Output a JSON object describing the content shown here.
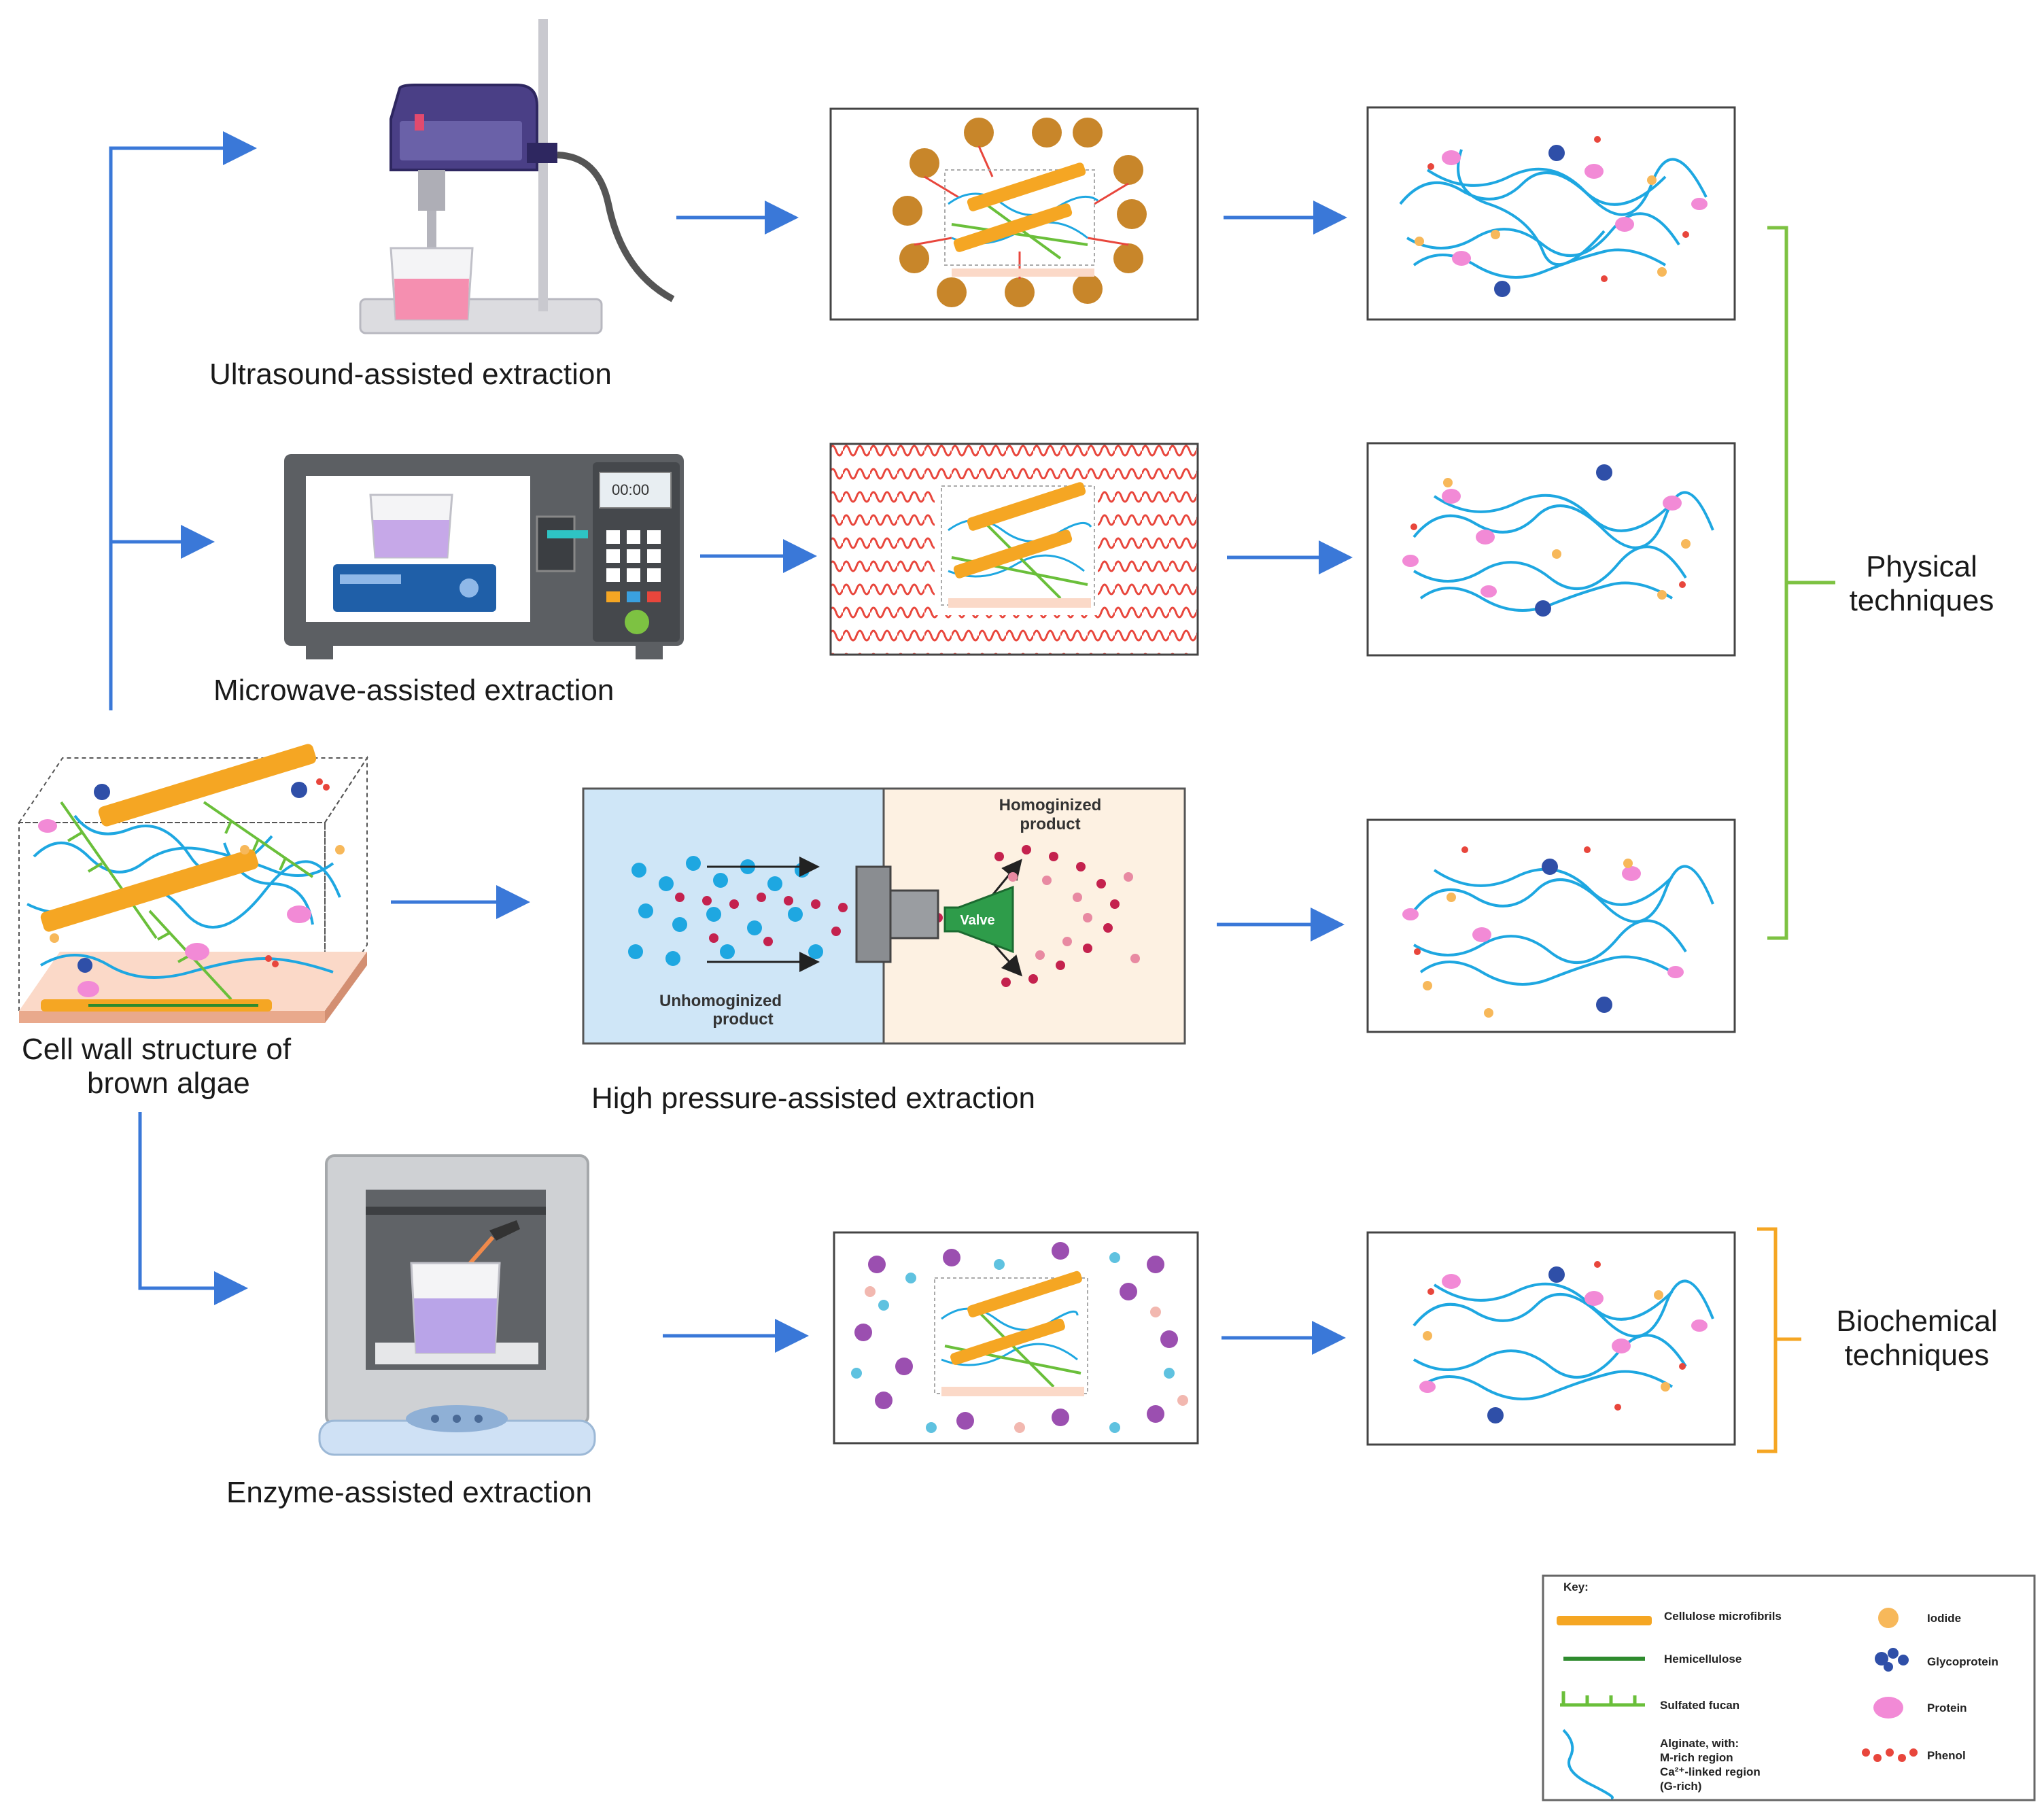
{
  "stages": {
    "ultrasound": "Ultrasound-assisted extraction",
    "microwave": "Microwave-assisted extraction",
    "high_pressure": "High pressure-assisted extraction",
    "enzyme": "Enzyme-assisted extraction"
  },
  "source": {
    "line1": "Cell wall structure of",
    "line2": "brown algae"
  },
  "homogenizer": {
    "unhomogenized_1": "Unhomoginized",
    "unhomogenized_2": "product",
    "homogenized_1": "Homoginized",
    "homogenized_2": "product",
    "valve": "Valve"
  },
  "microwave_display": "00:00",
  "groups": {
    "physical_1": "Physical",
    "physical_2": "techniques",
    "biochemical_1": "Biochemical",
    "biochemical_2": "techniques"
  },
  "key": {
    "title": "Key:",
    "cellulose": "Cellulose microfibrils",
    "hemicellulose": "Hemicellulose",
    "fucan": "Sulfated fucan",
    "alginate_1": "Alginate, with:",
    "alginate_2": "M-rich region",
    "alginate_3": "Ca²⁺-linked region",
    "alginate_4": "(G-rich)",
    "iodide": "Iodide",
    "glycoprotein": "Glycoprotein",
    "protein": "Protein",
    "phenol": "Phenol"
  },
  "colors": {
    "arrow": "#3a78d8",
    "physical_bracket": "#7dc242",
    "biochemical_bracket": "#f5a623",
    "cellulose": "#f5a623",
    "hemicellulose": "#2e8b2e",
    "fucan": "#6abf3a",
    "alginate": "#1ea7e1",
    "protein": "#f28ad6",
    "phenol": "#e8463c",
    "iodide": "#f7b85a",
    "glycoprotein": "#2f4fa8"
  }
}
